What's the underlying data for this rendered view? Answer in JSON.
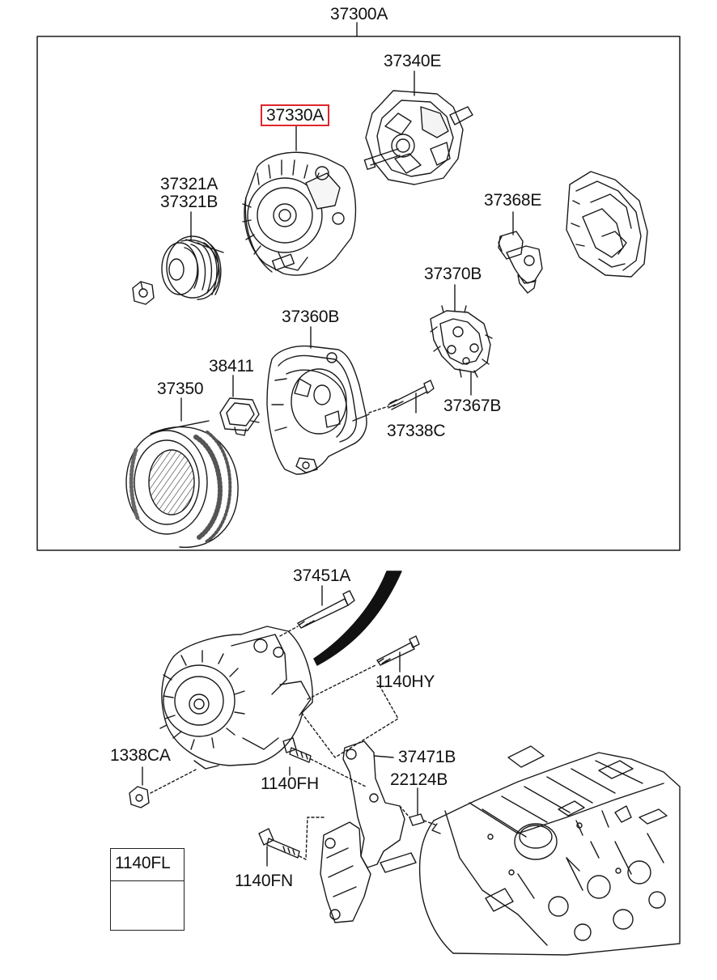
{
  "assembly": {
    "part_no": "37300A"
  },
  "callouts": {
    "rear_cover": "37340E",
    "stator_housing": "37330A",
    "pulley_line1": "37321A",
    "pulley_line2": "37321B",
    "regulator": "37368E",
    "rectifier": "37370B",
    "front_housing": "37360B",
    "seal": "38411",
    "stator": "37350",
    "brush_holder": "37367B",
    "through_bolt": "37338C",
    "long_bolt": "37451A",
    "bolt_hy": "1140HY",
    "nut": "1338CA",
    "bracket": "37471B",
    "bolt_fh": "1140FH",
    "dowel": "22124B",
    "bolt_fn": "1140FN"
  },
  "legend_box": {
    "label": "1140FL",
    "icon": "flange-bolt-icon"
  },
  "colors": {
    "highlight": "#e0252b",
    "line": "#222222"
  }
}
